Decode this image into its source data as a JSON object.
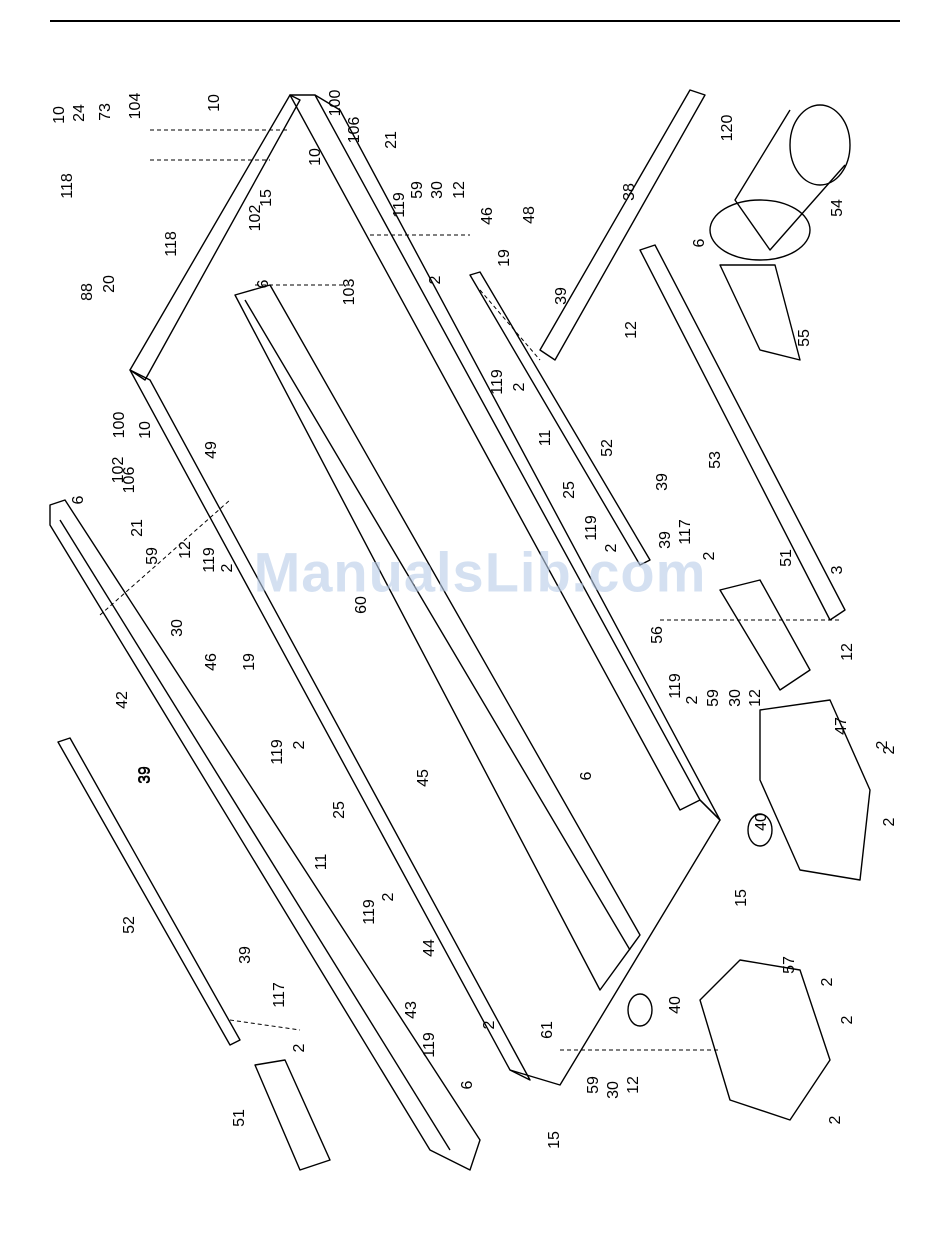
{
  "watermark": "ManualsLib.com",
  "callouts": [
    "10",
    "24",
    "73",
    "104",
    "10",
    "100",
    "106",
    "21",
    "10",
    "15",
    "118",
    "118",
    "88",
    "20",
    "102",
    "6",
    "103",
    "119",
    "59",
    "30",
    "12",
    "46",
    "19",
    "2",
    "48",
    "38",
    "120",
    "54",
    "6",
    "12",
    "55",
    "39",
    "39",
    "119",
    "2",
    "11",
    "25",
    "52",
    "53",
    "100",
    "10",
    "102",
    "106",
    "49",
    "6",
    "21",
    "59",
    "12",
    "30",
    "119",
    "2",
    "46",
    "19",
    "42",
    "119",
    "2",
    "25",
    "11",
    "119",
    "2",
    "45",
    "60",
    "39",
    "119",
    "2",
    "39",
    "117",
    "2",
    "56",
    "51",
    "3",
    "12",
    "119",
    "2",
    "59",
    "30",
    "12",
    "47",
    "2",
    "2",
    "40",
    "6",
    "15",
    "2",
    "39",
    "52",
    "39",
    "117",
    "2",
    "44",
    "43",
    "119",
    "2",
    "6",
    "61",
    "15",
    "51",
    "40",
    "59",
    "30",
    "12",
    "57",
    "2",
    "2",
    "2"
  ]
}
